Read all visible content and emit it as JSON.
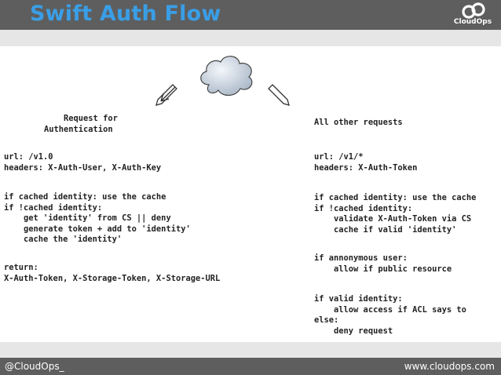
{
  "header": {
    "title": "Swift Auth Flow",
    "logo_text": "CloudOps",
    "bg_color": "#5e5e5e",
    "title_color": "#3a9ee6"
  },
  "left": {
    "heading": "    Request for\nAuthentication",
    "request": "url: /v1.0\nheaders: X-Auth-User, X-Auth-Key",
    "cache": "if cached identity: use the cache\nif !cached identity:\n    get 'identity' from CS || deny\n    generate token + add to 'identity'\n    cache the 'identity'",
    "response": "return:\nX-Auth-Token, X-Storage-Token, X-Storage-URL"
  },
  "right": {
    "heading": "All other requests",
    "request": "url: /v1/*\nheaders: X-Auth-Token",
    "cache": "if cached identity: use the cache\nif !cached identity:\n    validate X-Auth-Token via CS\n    cache if valid 'identity'",
    "anon": "if annonymous user:\n    allow if public resource",
    "valid": "if valid identity:\n    allow access if ACL says to\nelse:\n    deny request"
  },
  "footer": {
    "handle": "@CloudOps_",
    "site": "www.cloudops.com"
  }
}
